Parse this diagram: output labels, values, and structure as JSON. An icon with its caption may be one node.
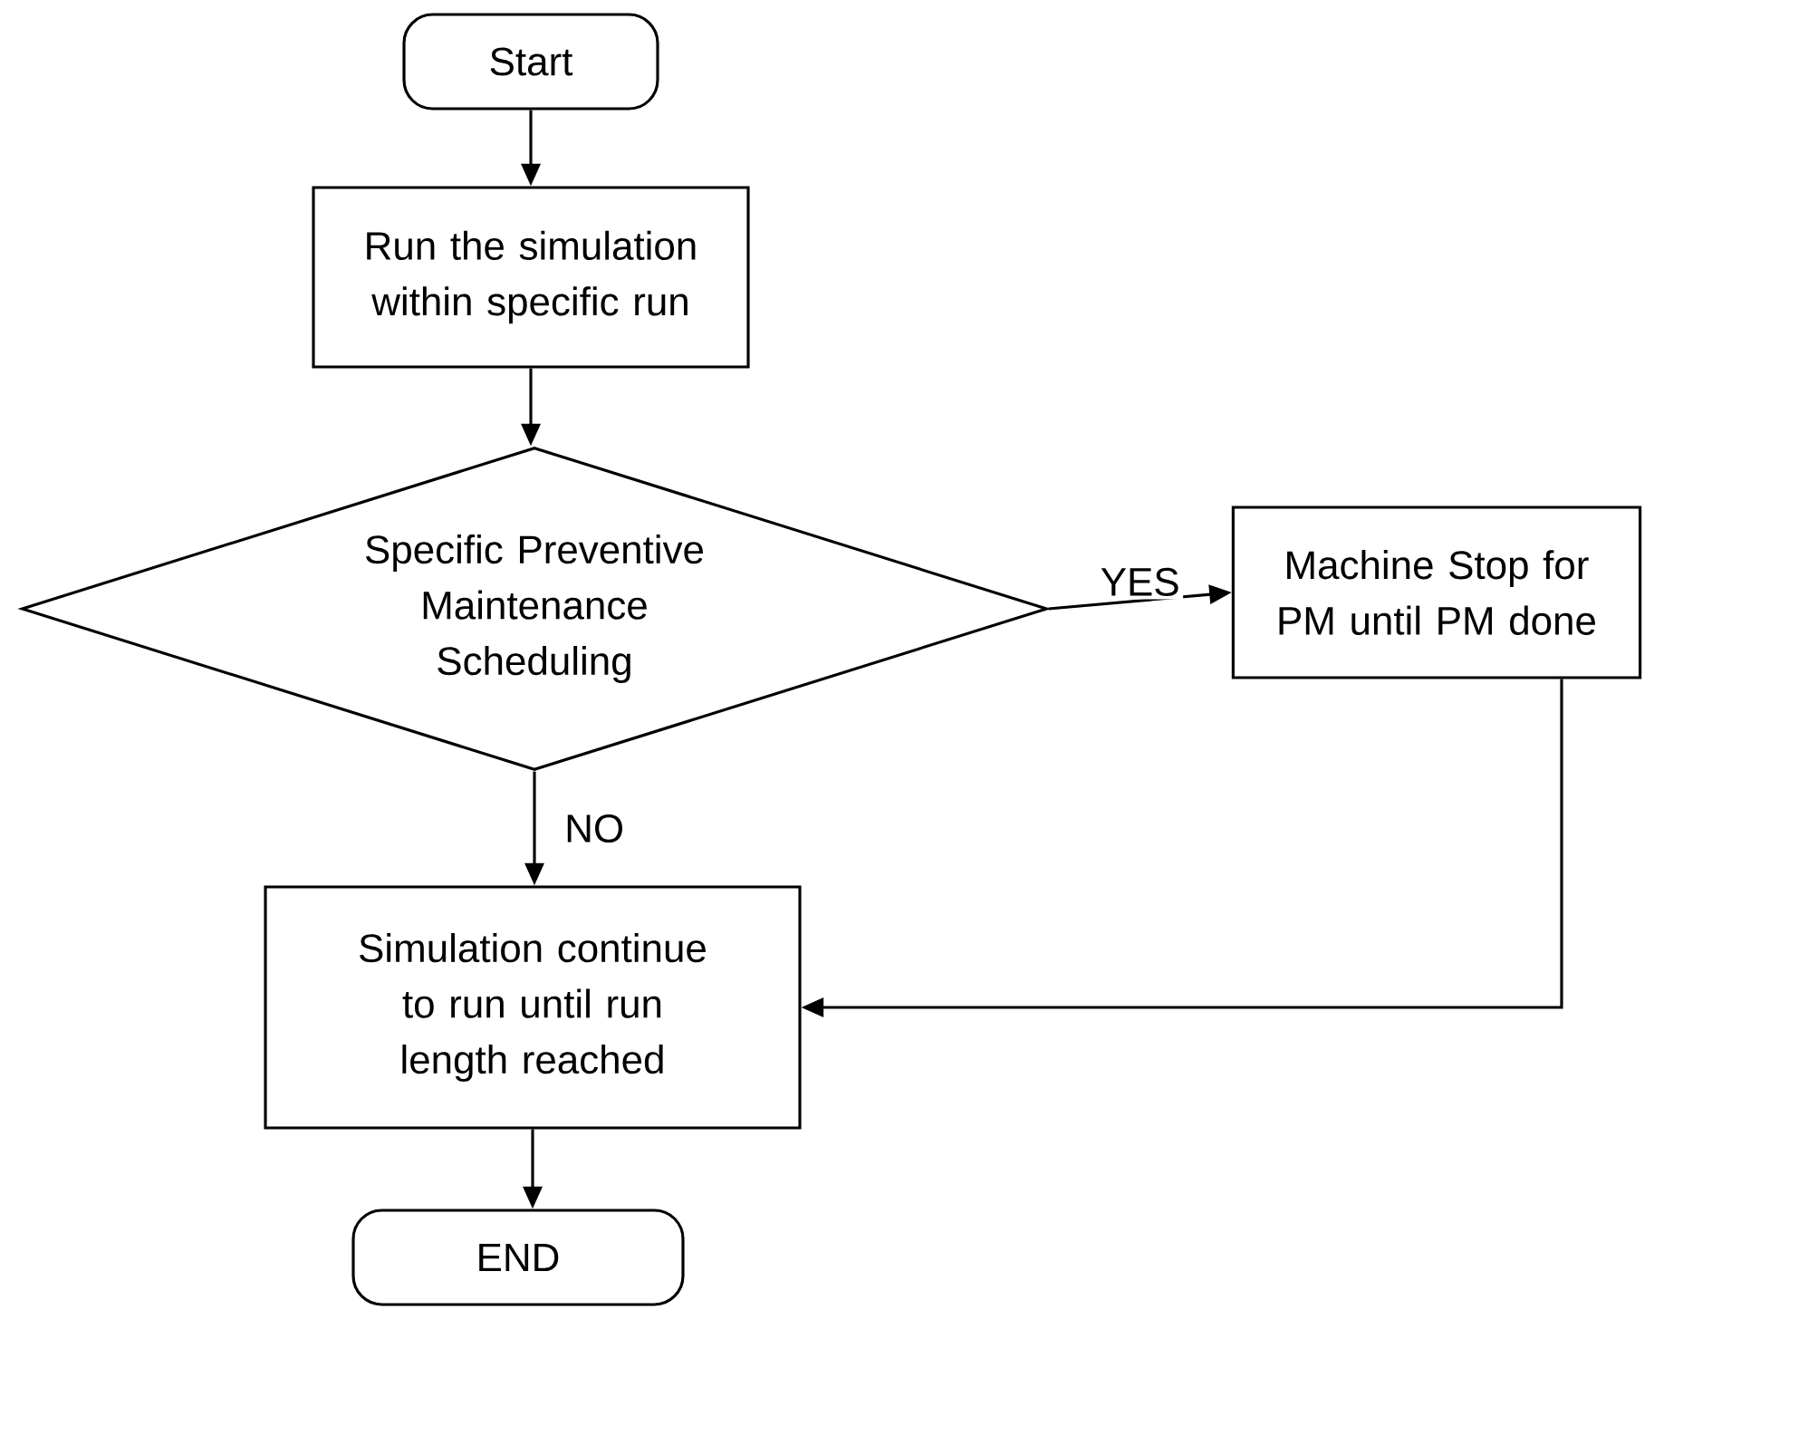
{
  "diagram": {
    "nodes": [
      {
        "text": [
          "Start"
        ]
      },
      {
        "text": [
          "Run the simulation within specific run"
        ]
      },
      {
        "text": [
          "Specific Preventive Maintenance Scheduling"
        ]
      },
      {
        "text": [
          "Machine Stop for PM until PM done"
        ]
      },
      {
        "text": [
          "Simulation continue to run until run length reached"
        ]
      },
      {
        "text": [
          "END"
        ]
      }
    ],
    "edges": [
      {
        "from": 0,
        "to": 1,
        "arrow": "to"
      },
      {
        "from": 1,
        "to": 2,
        "arrow": "to"
      },
      {
        "from": 2,
        "to": 3,
        "arrow": "to",
        "label": "YES"
      },
      {
        "from": 2,
        "to": 4,
        "arrow": "to",
        "label": "NO"
      },
      {
        "from": 3,
        "to": 4,
        "arrow": "to"
      },
      {
        "from": 4,
        "to": 5,
        "arrow": "to"
      }
    ]
  }
}
